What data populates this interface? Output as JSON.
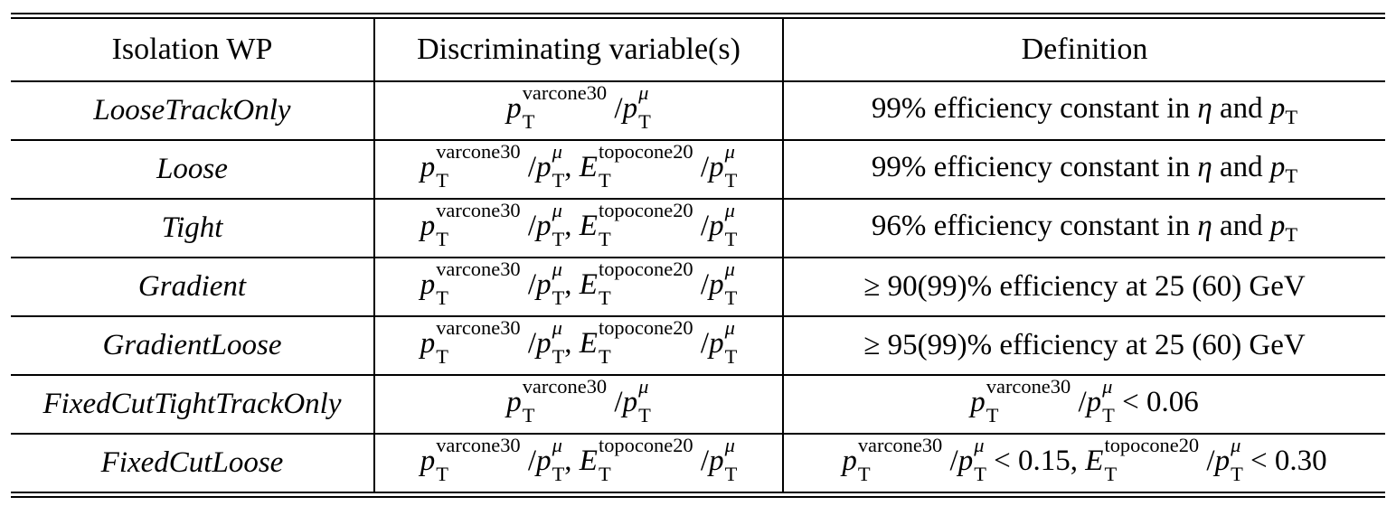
{
  "table": {
    "headers": [
      "Isolation WP",
      "Discriminating variable(s)",
      "Definition"
    ],
    "symbols": {
      "p": "p",
      "E": "E",
      "T": "T",
      "mu": "μ",
      "eta": "η",
      "varcone30": "varcone30",
      "topocone20": "topocone20",
      "slash": "/",
      "comma": ", ",
      "lt": "<",
      "and": "and"
    },
    "rows": [
      {
        "wp": "LooseTrackOnly",
        "variables": "track",
        "definition_text": "99% efficiency constant in ",
        "definition_type": "eff_const"
      },
      {
        "wp": "Loose",
        "variables": "track_calo",
        "definition_text": "99% efficiency constant in ",
        "definition_type": "eff_const"
      },
      {
        "wp": "Tight",
        "variables": "track_calo",
        "definition_text": "96% efficiency constant in ",
        "definition_type": "eff_const"
      },
      {
        "wp": "Gradient",
        "variables": "track_calo",
        "definition_text": "≥ 90(99)% efficiency at 25 (60) GeV",
        "definition_type": "text"
      },
      {
        "wp": "GradientLoose",
        "variables": "track_calo",
        "definition_text": "≥ 95(99)% efficiency at 25 (60) GeV",
        "definition_type": "text"
      },
      {
        "wp": "FixedCutTightTrackOnly",
        "variables": "track",
        "definition_cut1": "< 0.06",
        "definition_type": "cut_track"
      },
      {
        "wp": "FixedCutLoose",
        "variables": "track_calo",
        "definition_cut1": "< 0.15, ",
        "definition_cut2": "< 0.30",
        "definition_type": "cut_track_calo"
      }
    ]
  }
}
